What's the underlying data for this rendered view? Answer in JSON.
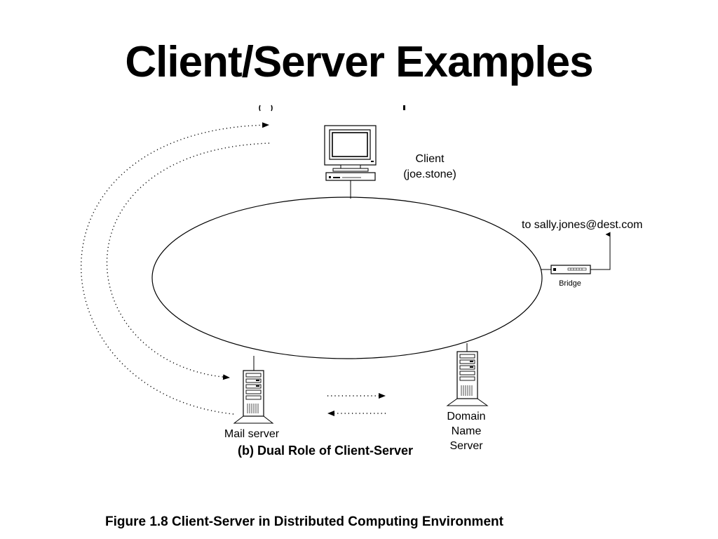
{
  "slide": {
    "title": "Client/Server Examples",
    "subtitle": "(b) Dual Role of Client-Server",
    "caption": "Figure 1.8 Client-Server in Distributed Computing Environment"
  },
  "diagram": {
    "client_label_line1": "Client",
    "client_label_line2": "(joe.stone)",
    "destination_label": "to sally.jones@dest.com",
    "bridge_label": "Bridge",
    "mail_server_label": "Mail server",
    "dns_label_line1": "Domain",
    "dns_label_line2": "Name",
    "dns_label_line3": "Server"
  }
}
